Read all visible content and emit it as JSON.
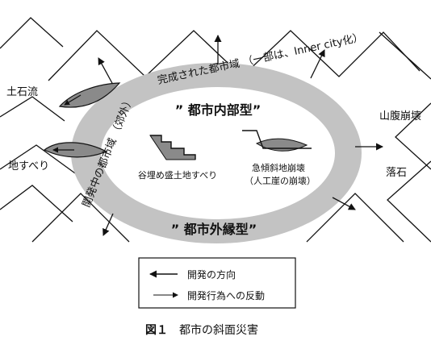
{
  "diagram": {
    "ring_outer_label": "完成された都市域 （一部は、Inner city化）",
    "ring_left_label": "開発中の都市域 （郊外）",
    "inner_type": "” 都市内部型”",
    "outer_type": "” 都市外縁型”",
    "inner_items": [
      "谷埋め盛土地すべり",
      "急傾斜地崩壊",
      "（人工崖の崩壊）"
    ],
    "side_labels": {
      "debris_flow": "土石流",
      "landslide": "地すべり",
      "mountain_collapse": "山腹崩壊",
      "rockfall": "落石"
    }
  },
  "legend": {
    "development_direction": "開発の方向",
    "reaction": "開発行為への反動"
  },
  "caption": {
    "number": "図１",
    "text": "都市の斜面災害"
  },
  "colors": {
    "ring": "#c3c3c3",
    "slope_fill": "#8a8a8a",
    "line": "#111111"
  }
}
